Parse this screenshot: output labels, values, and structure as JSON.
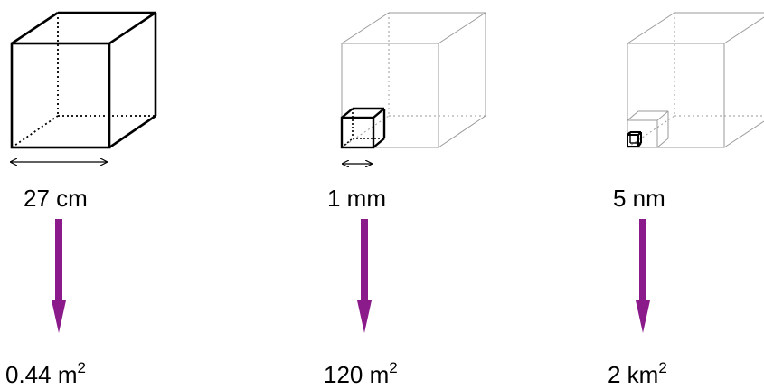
{
  "columns": [
    {
      "size_value": "27 cm",
      "area_number": "0.44 m",
      "area_exponent": "2"
    },
    {
      "size_value": "1 mm",
      "area_number": "120 m",
      "area_exponent": "2"
    },
    {
      "size_value": "5 nm",
      "area_number": "2 km",
      "area_exponent": "2"
    }
  ],
  "colors": {
    "arrow": "#8b1a8b",
    "highlighted_cube": "#000000",
    "faded_cube": "#9a9a9a",
    "dimension_arrow": "#000000"
  }
}
